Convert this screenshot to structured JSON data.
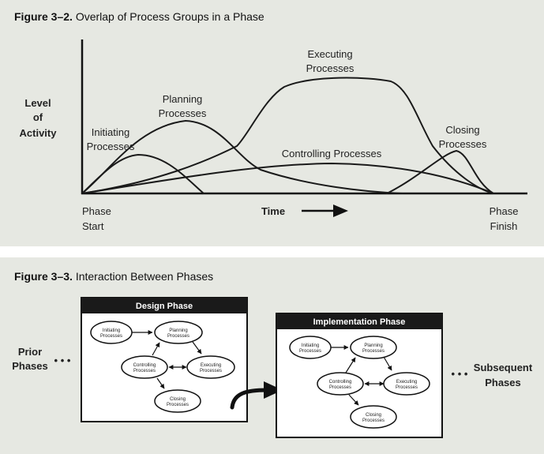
{
  "figure_3_2": {
    "number": "Figure 3–2.",
    "caption": "Overlap of Process Groups in a Phase",
    "y_label": [
      "Level",
      "of",
      "Activity"
    ],
    "x_label": "Time",
    "phase_start": [
      "Phase",
      "Start"
    ],
    "phase_finish": [
      "Phase",
      "Finish"
    ],
    "curves": {
      "initiating": [
        "Initiating",
        "Processes"
      ],
      "planning": [
        "Planning",
        "Processes"
      ],
      "executing": [
        "Executing",
        "Processes"
      ],
      "controlling": "Controlling Processes",
      "closing": [
        "Closing",
        "Processes"
      ]
    }
  },
  "figure_3_3": {
    "number": "Figure 3–3.",
    "caption": "Interaction Between Phases",
    "prior": [
      "Prior",
      "Phases"
    ],
    "subsequent": [
      "Subsequent",
      "Phases"
    ],
    "ellipsis": "• • •",
    "design_phase": "Design Phase",
    "implementation_phase": "Implementation Phase",
    "nodes": {
      "initiating": [
        "Initiating",
        "Processes"
      ],
      "planning": [
        "Planning",
        "Processes"
      ],
      "controlling": [
        "Controlling",
        "Processes"
      ],
      "executing": [
        "Executing",
        "Processes"
      ],
      "closing": [
        "Closing",
        "Processes"
      ]
    }
  }
}
